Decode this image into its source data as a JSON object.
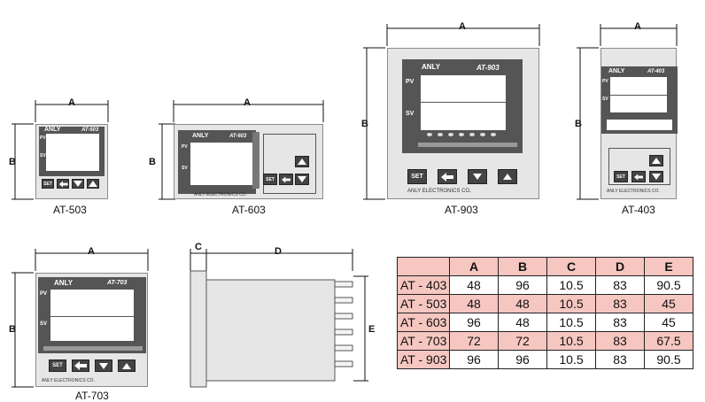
{
  "brand": "ANLY",
  "footer_brand": "ANLY ELECTRONICS CO.",
  "display_labels": {
    "pv": "PV",
    "sv": "SV",
    "set": "SET"
  },
  "dimension_letters": {
    "a": "A",
    "b": "B",
    "c": "C",
    "d": "D",
    "e": "E"
  },
  "devices": {
    "at503": {
      "model": "AT-503",
      "caption": "AT-503"
    },
    "at603": {
      "model": "AT-603",
      "caption": "AT-603"
    },
    "at903": {
      "model": "AT-903",
      "caption": "AT-903"
    },
    "at403": {
      "model": "AT-403",
      "caption": "AT-403"
    },
    "at703": {
      "model": "AT-703",
      "caption": "AT-703"
    }
  },
  "table": {
    "headers": [
      "A",
      "B",
      "C",
      "D",
      "E"
    ],
    "rows": [
      {
        "model": "AT - 403",
        "values": [
          "48",
          "96",
          "10.5",
          "83",
          "90.5"
        ]
      },
      {
        "model": "AT - 503",
        "values": [
          "48",
          "48",
          "10.5",
          "83",
          "45"
        ]
      },
      {
        "model": "AT - 603",
        "values": [
          "96",
          "48",
          "10.5",
          "83",
          "45"
        ]
      },
      {
        "model": "AT - 703",
        "values": [
          "72",
          "72",
          "10.5",
          "83",
          "67.5"
        ]
      },
      {
        "model": "AT - 903",
        "values": [
          "96",
          "96",
          "10.5",
          "83",
          "90.5"
        ]
      }
    ]
  }
}
